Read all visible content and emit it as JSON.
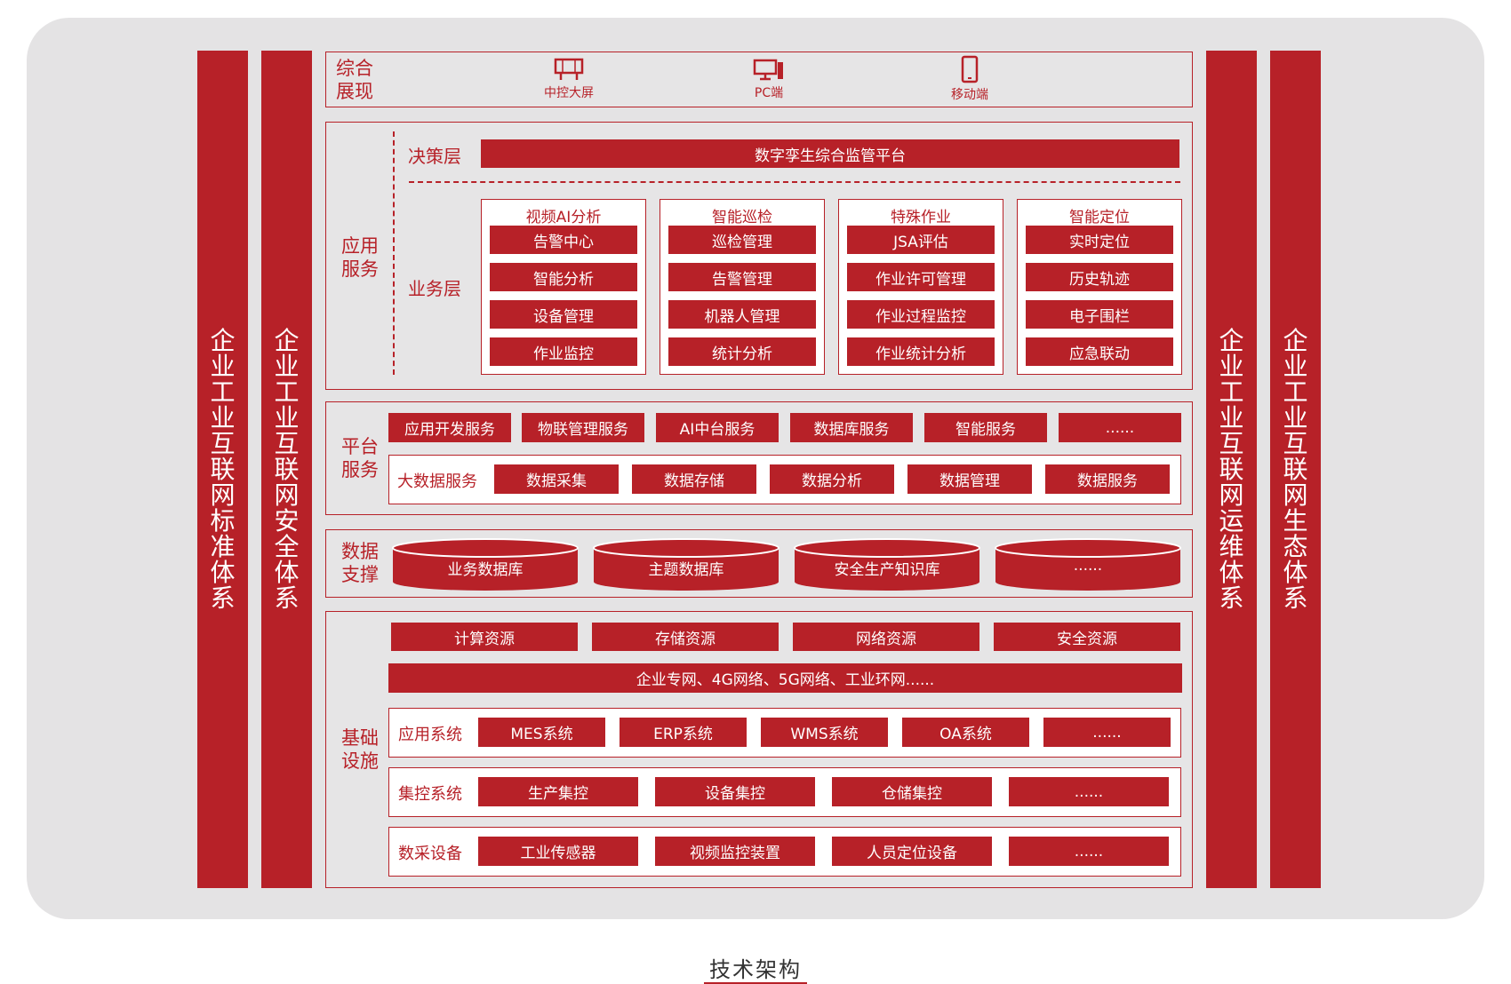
{
  "pillars": {
    "standard": "企业工业互联网标准体系",
    "security": "企业工业互联网安全体系",
    "ops": "企业工业互联网运维体系",
    "ecosystem": "企业工业互联网生态体系"
  },
  "display": {
    "label": "综合展现",
    "items": [
      {
        "label": "中控大屏",
        "icon": "big-screen-icon"
      },
      {
        "label": "PC端",
        "icon": "pc-icon"
      },
      {
        "label": "移动端",
        "icon": "mobile-icon"
      }
    ]
  },
  "app_service": {
    "label": "应用服务",
    "decision_layer": "决策层",
    "decision_platform": "数字孪生综合监管平台",
    "business_layer": "业务层",
    "groups": [
      {
        "title": "视频AI分析",
        "items": [
          "告警中心",
          "智能分析",
          "设备管理",
          "作业监控"
        ]
      },
      {
        "title": "智能巡检",
        "items": [
          "巡检管理",
          "告警管理",
          "机器人管理",
          "统计分析"
        ]
      },
      {
        "title": "特殊作业",
        "items": [
          "JSA评估",
          "作业许可管理",
          "作业过程监控",
          "作业统计分析"
        ]
      },
      {
        "title": "智能定位",
        "items": [
          "实时定位",
          "历史轨迹",
          "电子围栏",
          "应急联动"
        ]
      }
    ]
  },
  "platform_service": {
    "label": "平台服务",
    "services": [
      "应用开发服务",
      "物联管理服务",
      "AI中台服务",
      "数据库服务",
      "智能服务",
      "......"
    ],
    "bigdata_label": "大数据服务",
    "bigdata_items": [
      "数据采集",
      "数据存储",
      "数据分析",
      "数据管理",
      "数据服务"
    ]
  },
  "data_support": {
    "label": "数据支撑",
    "databases": [
      "业务数据库",
      "主题数据库",
      "安全生产知识库",
      "......"
    ]
  },
  "infrastructure": {
    "label": "基础设施",
    "resources": [
      "计算资源",
      "存储资源",
      "网络资源",
      "安全资源"
    ],
    "network": "企业专网、4G网络、5G网络、工业环网......",
    "rows": [
      {
        "label": "应用系统",
        "items": [
          "MES系统",
          "ERP系统",
          "WMS系统",
          "OA系统",
          "......"
        ]
      },
      {
        "label": "集控系统",
        "items": [
          "生产集控",
          "设备集控",
          "仓储集控",
          "......"
        ]
      },
      {
        "label": "数采设备",
        "items": [
          "工业传感器",
          "视频监控装置",
          "人员定位设备",
          "......"
        ]
      }
    ]
  },
  "caption": "技术架构",
  "colors": {
    "accent": "#b72128",
    "frame": "#e4e3e4"
  }
}
